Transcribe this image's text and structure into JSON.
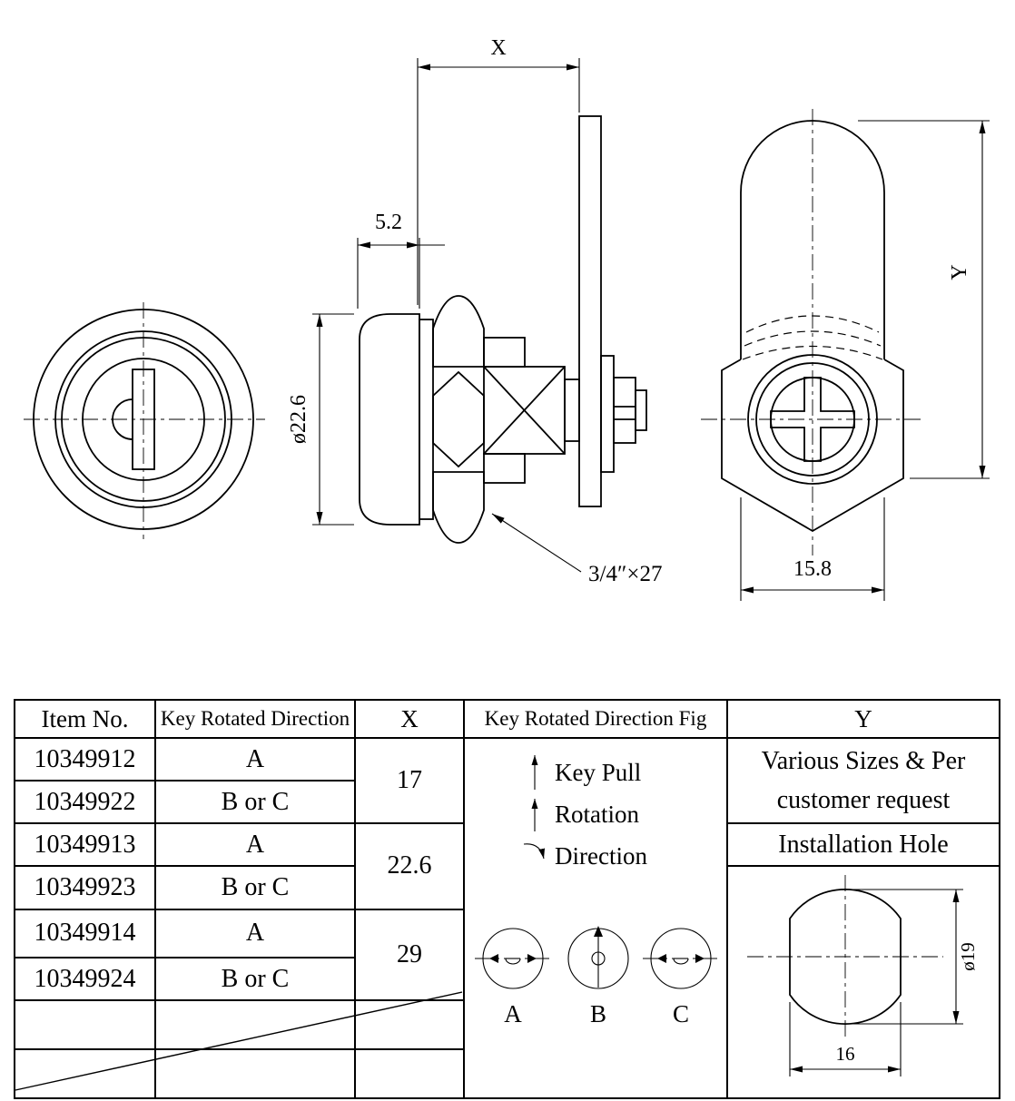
{
  "drawing": {
    "dims": {
      "x_label": "X",
      "cap_thickness": "5.2",
      "face_diameter": "ø22.6",
      "thread_spec": "3/4″×27",
      "y_label": "Y",
      "body_width": "15.8"
    }
  },
  "table": {
    "headers": {
      "item_no": "Item No.",
      "key_dir": "Key Rotated Direction",
      "x": "X",
      "fig": "Key Rotated Direction Fig",
      "y": "Y"
    },
    "rows": [
      {
        "item": "10349912",
        "dir": "A"
      },
      {
        "item": "10349922",
        "dir": "B or C"
      },
      {
        "item": "10349913",
        "dir": "A"
      },
      {
        "item": "10349923",
        "dir": "B or C"
      },
      {
        "item": "10349914",
        "dir": "A"
      },
      {
        "item": "10349924",
        "dir": "B or C"
      }
    ],
    "x_values": [
      "17",
      "22.6",
      "29"
    ],
    "fig_legend": {
      "key_pull": "Key Pull",
      "rotation": "Rotation",
      "direction": "Direction",
      "circle_labels": [
        "A",
        "B",
        "C"
      ]
    },
    "y_column": {
      "line1": "Various Sizes & Per",
      "line2": "customer request",
      "installation": "Installation Hole",
      "hole_diameter": "ø19",
      "hole_width": "16"
    }
  }
}
